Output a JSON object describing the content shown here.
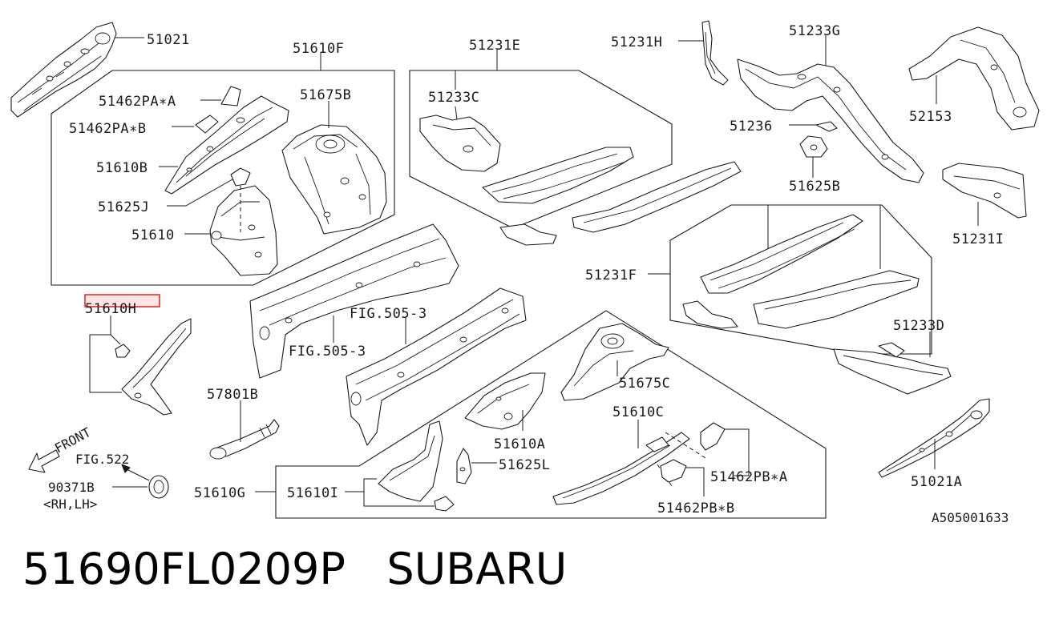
{
  "diagram": {
    "labels": {
      "l_51021": "51021",
      "l_51610F": "51610F",
      "l_51462PA_A": "51462PA∗A",
      "l_51462PA_B": "51462PA∗B",
      "l_51610B": "51610B",
      "l_51625J": "51625J",
      "l_51610": "51610",
      "l_51675B": "51675B",
      "l_51231E": "51231E",
      "l_51233C": "51233C",
      "l_51231H": "51231H",
      "l_51233G": "51233G",
      "l_52153": "52153",
      "l_51236": "51236",
      "l_51625B": "51625B",
      "l_51231I": "51231I",
      "l_51231F": "51231F",
      "l_51233D": "51233D",
      "l_51610H": "51610H",
      "l_fig505_3a": "FIG.505-3",
      "l_fig505_3b": "FIG.505-3",
      "l_57801B": "57801B",
      "l_51675C": "51675C",
      "l_51610A": "51610A",
      "l_51610C": "51610C",
      "l_51625L": "51625L",
      "l_51462PB_A": "51462PB∗A",
      "l_51462PB_B": "51462PB∗B",
      "l_51610G": "51610G",
      "l_51610I": "51610I",
      "l_front": "FRONT",
      "l_fig522": "FIG.522",
      "l_90371B": "90371B",
      "l_rhlh": "<RH,LH>",
      "l_51021A": "51021A",
      "l_ref": "A505001633"
    },
    "highlight_color": "#e03030"
  },
  "caption": {
    "part_number": "51690FL0209P",
    "brand": "SUBARU"
  }
}
